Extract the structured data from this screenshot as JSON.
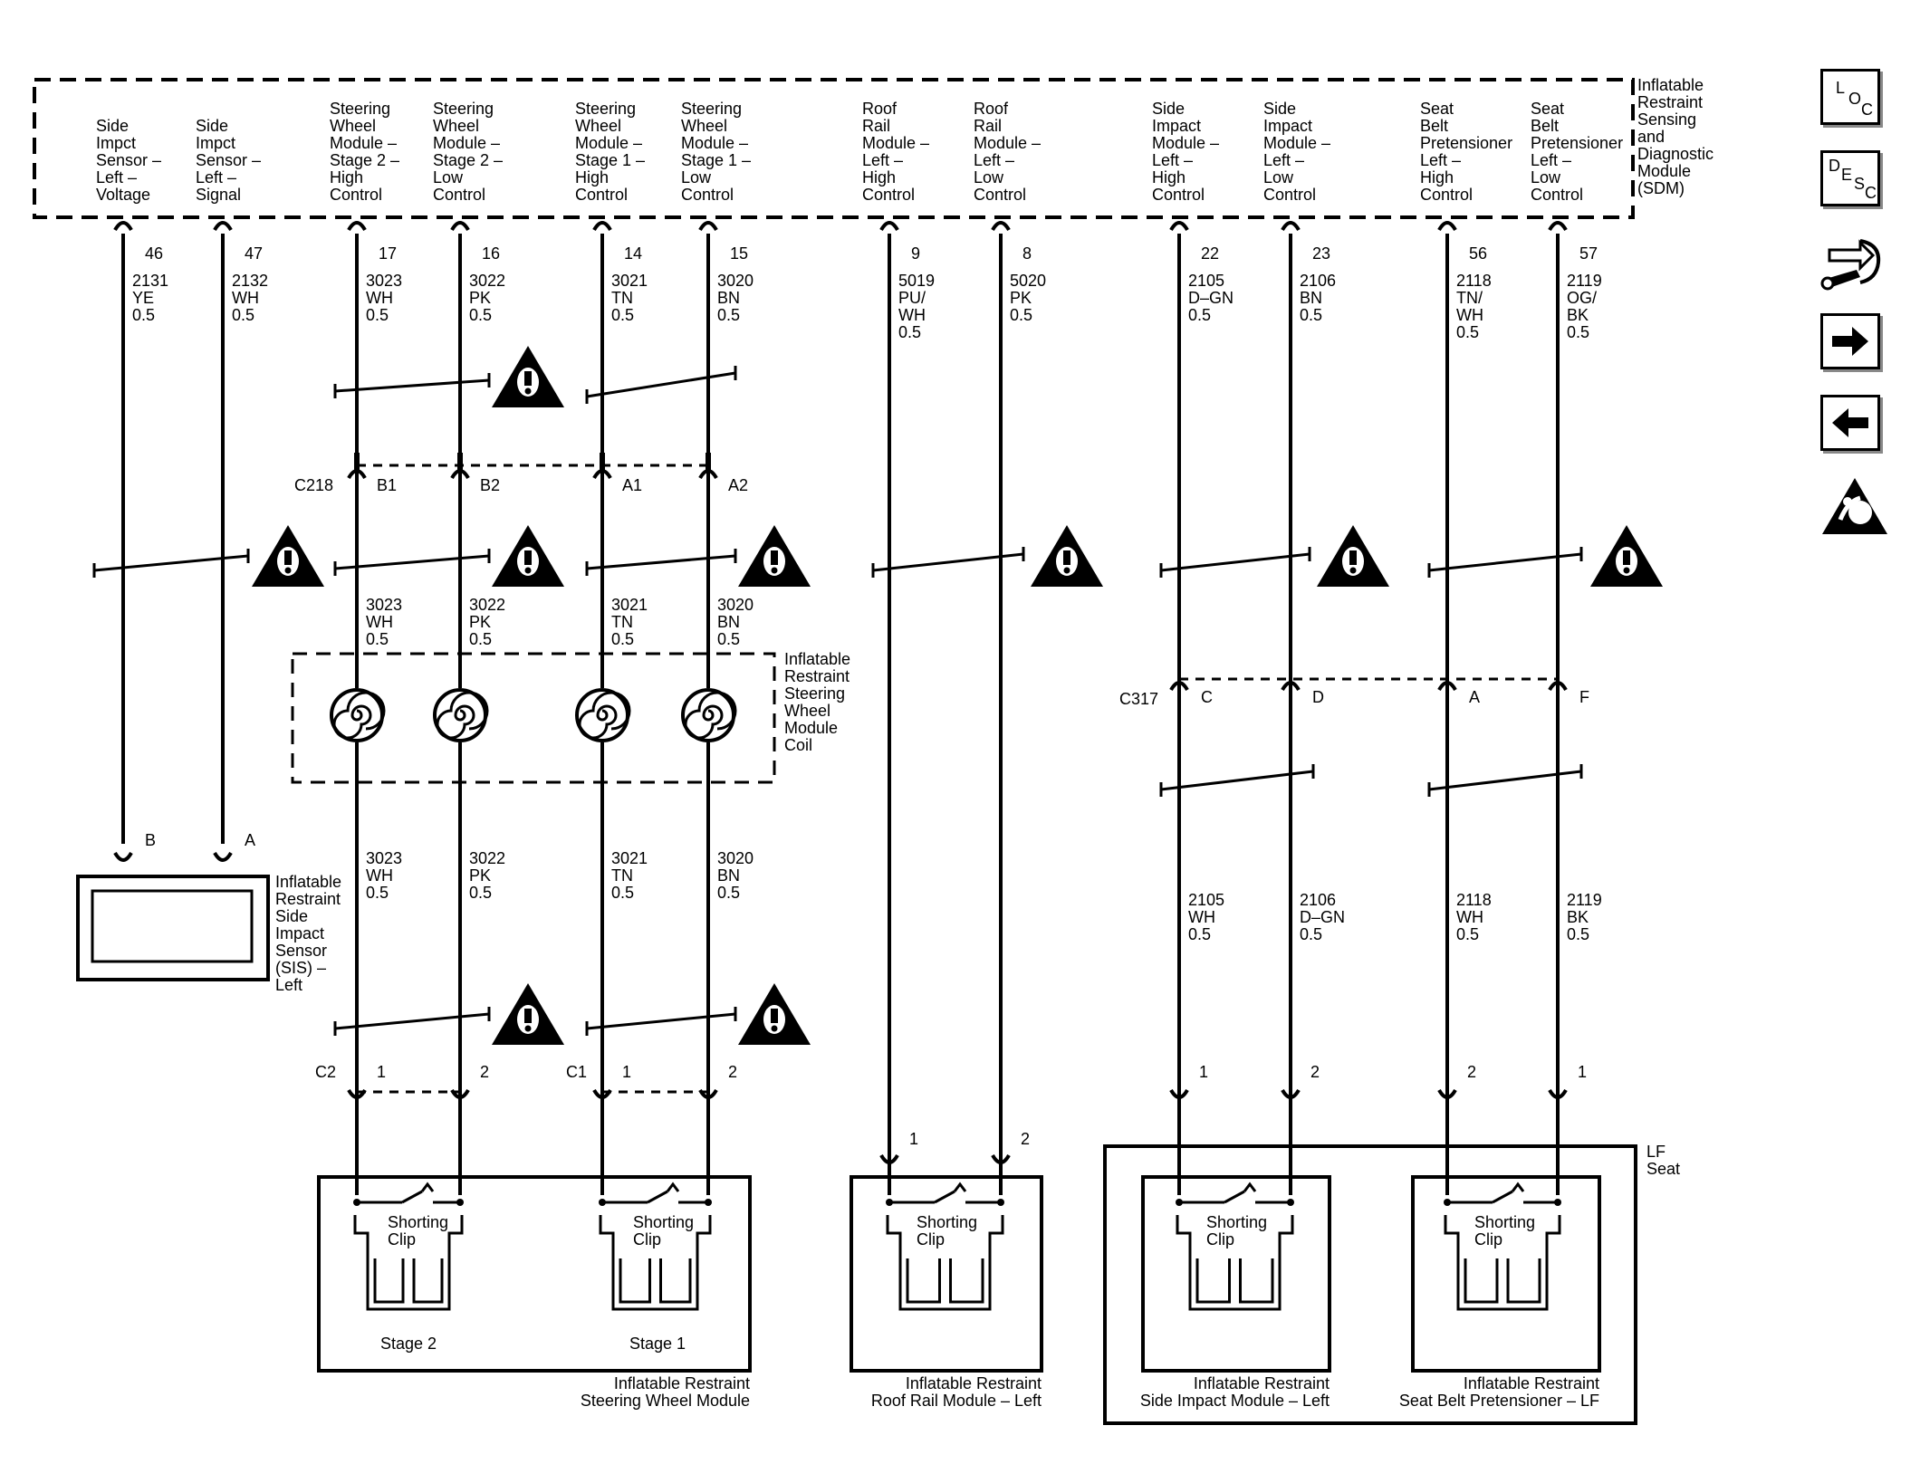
{
  "sdm": {
    "title": [
      "Inflatable",
      "Restraint",
      "Sensing",
      "and",
      "Diagnostic",
      "Module",
      "(SDM)"
    ],
    "pins": [
      {
        "label": [
          "Side",
          "Impct",
          "Sensor –",
          "Left –",
          "Voltage"
        ],
        "pin": "46",
        "wire": [
          "2131",
          "YE",
          "0.5"
        ]
      },
      {
        "label": [
          "Side",
          "Impct",
          "Sensor –",
          "Left –",
          "Signal"
        ],
        "pin": "47",
        "wire": [
          "2132",
          "WH",
          "0.5"
        ]
      },
      {
        "label": [
          "Steering",
          "Wheel",
          "Module –",
          "Stage 2 –",
          "High",
          "Control"
        ],
        "pin": "17",
        "wire": [
          "3023",
          "WH",
          "0.5"
        ]
      },
      {
        "label": [
          "Steering",
          "Wheel",
          "Module –",
          "Stage 2 –",
          "Low",
          "Control"
        ],
        "pin": "16",
        "wire": [
          "3022",
          "PK",
          "0.5"
        ]
      },
      {
        "label": [
          "Steering",
          "Wheel",
          "Module –",
          "Stage 1 –",
          "High",
          "Control"
        ],
        "pin": "14",
        "wire": [
          "3021",
          "TN",
          "0.5"
        ]
      },
      {
        "label": [
          "Steering",
          "Wheel",
          "Module –",
          "Stage 1 –",
          "Low",
          "Control"
        ],
        "pin": "15",
        "wire": [
          "3020",
          "BN",
          "0.5"
        ]
      },
      {
        "label": [
          "Roof",
          "Rail",
          "Module –",
          "Left –",
          "High",
          "Control"
        ],
        "pin": "9",
        "wire": [
          "5019",
          "PU/",
          "WH",
          "0.5"
        ]
      },
      {
        "label": [
          "Roof",
          "Rail",
          "Module –",
          "Left –",
          "Low",
          "Control"
        ],
        "pin": "8",
        "wire": [
          "5020",
          "PK",
          "0.5"
        ]
      },
      {
        "label": [
          "Side",
          "Impact",
          "Module –",
          "Left –",
          "High",
          "Control"
        ],
        "pin": "22",
        "wire": [
          "2105",
          "D–GN",
          "0.5"
        ]
      },
      {
        "label": [
          "Side",
          "Impact",
          "Module –",
          "Left –",
          "Low",
          "Control"
        ],
        "pin": "23",
        "wire": [
          "2106",
          "BN",
          "0.5"
        ]
      },
      {
        "label": [
          "Seat",
          "Belt",
          "Pretensioner",
          "Left –",
          "High",
          "Control"
        ],
        "pin": "56",
        "wire": [
          "2118",
          "TN/",
          "WH",
          "0.5"
        ]
      },
      {
        "label": [
          "Seat",
          "Belt",
          "Pretensioner",
          "Left –",
          "Low",
          "Control"
        ],
        "pin": "57",
        "wire": [
          "2119",
          "OG/",
          "BK",
          "0.5"
        ]
      }
    ]
  },
  "connectors": {
    "c218": {
      "name": "C218",
      "pins": [
        "B1",
        "B2",
        "A1",
        "A2"
      ]
    },
    "c317": {
      "name": "C317",
      "pins": [
        "C",
        "D",
        "A",
        "F"
      ]
    },
    "c2": {
      "name": "C2",
      "pins": [
        "1",
        "2"
      ]
    },
    "c1": {
      "name": "C1",
      "pins": [
        "1",
        "2"
      ]
    },
    "sis_pins": [
      "B",
      "A"
    ],
    "roof_pins": [
      "1",
      "2"
    ],
    "seat_pins": [
      "1",
      "2",
      "2",
      "1"
    ]
  },
  "mid_wires": {
    "steering": [
      [
        "3023",
        "WH",
        "0.5"
      ],
      [
        "3022",
        "PK",
        "0.5"
      ],
      [
        "3021",
        "TN",
        "0.5"
      ],
      [
        "3020",
        "BN",
        "0.5"
      ]
    ],
    "steering_low": [
      [
        "3023",
        "WH",
        "0.5"
      ],
      [
        "3022",
        "PK",
        "0.5"
      ],
      [
        "3021",
        "TN",
        "0.5"
      ],
      [
        "3020",
        "BN",
        "0.5"
      ]
    ],
    "seat": [
      [
        "2105",
        "WH",
        "0.5"
      ],
      [
        "2106",
        "D–GN",
        "0.5"
      ],
      [
        "2118",
        "WH",
        "0.5"
      ],
      [
        "2119",
        "BK",
        "0.5"
      ]
    ]
  },
  "components": {
    "coil": [
      "Inflatable",
      "Restraint",
      "Steering",
      "Wheel",
      "Module",
      "Coil"
    ],
    "sis": [
      "Inflatable",
      "Restraint",
      "Side",
      "Impact",
      "Sensor",
      "(SIS) –",
      "Left"
    ],
    "steering_module": [
      "Inflatable Restraint",
      "Steering Wheel Module"
    ],
    "roof_rail": [
      "Inflatable Restraint",
      "Roof Rail Module – Left"
    ],
    "side_impact": [
      "Inflatable Restraint",
      "Side Impact Module – Left"
    ],
    "pretensioner": [
      "Inflatable Restraint",
      "Seat Belt Pretensioner – LF"
    ],
    "lf_seat": [
      "LF",
      "Seat"
    ],
    "shorting_clip": [
      "Shorting",
      "Clip"
    ],
    "stage2": "Stage 2",
    "stage1": "Stage 1"
  },
  "nav": {
    "loc": [
      "L",
      "O",
      "C"
    ],
    "desc": [
      "D",
      "E",
      "S",
      "C"
    ]
  },
  "icons": [
    "loc-icon",
    "desc-icon",
    "connector-wrench-icon",
    "next-arrow-icon",
    "previous-arrow-icon",
    "airbag-warning-icon"
  ]
}
